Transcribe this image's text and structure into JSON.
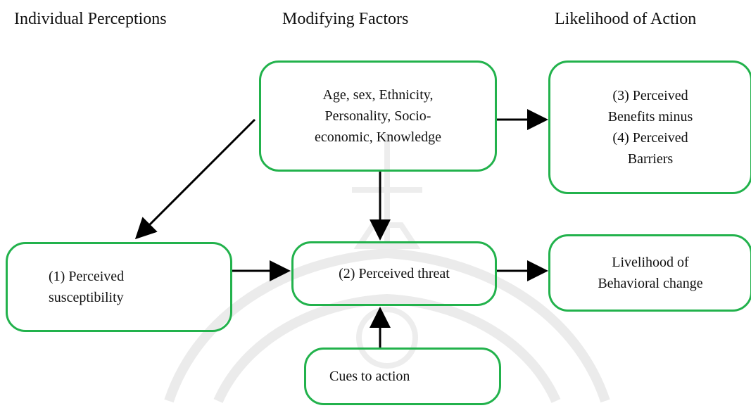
{
  "headers": {
    "individual": "Individual Perceptions",
    "modifying": "Modifying Factors",
    "likelihood": "Likelihood of Action"
  },
  "boxes": {
    "modifying_factors": "Age, sex, Ethnicity,\nPersonality, Socio-\neconomic, Knowledge",
    "benefits_barriers": "(3) Perceived\nBenefits minus\n(4) Perceived\nBarriers",
    "susceptibility": "(1) Perceived\nsusceptibility",
    "threat": "(2) Perceived threat",
    "behavior_change": "Livelihood of\nBehavioral change",
    "cues": "Cues to action"
  },
  "colors": {
    "box_border": "#22b24c",
    "arrow": "#000000",
    "watermark": "#e9e9e9"
  }
}
